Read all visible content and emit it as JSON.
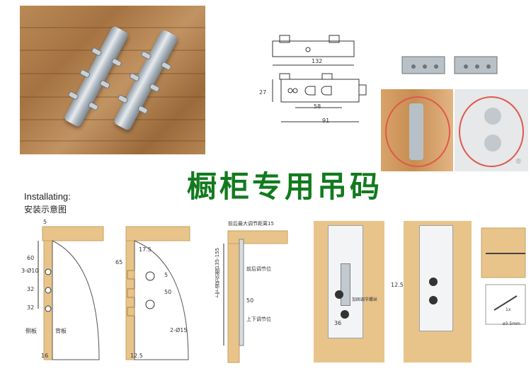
{
  "title": "橱柜专用吊码",
  "install": {
    "en": "Installating:",
    "cn": "安装示意图"
  },
  "top_drawing": {
    "dims": [
      "132",
      "27",
      "58",
      "91"
    ]
  },
  "diagram1": {
    "labels": [
      "5",
      "60",
      "3-Ø10",
      "32",
      "32",
      "侧板",
      "背板",
      "16"
    ]
  },
  "diagram2": {
    "labels": [
      "17.5",
      "65",
      "5",
      "50",
      "2-Ø15",
      "12.5"
    ]
  },
  "diagram3": {
    "labels": [
      "前后最大调节距离15",
      "上下调节范围135-155",
      "前后调节位",
      "50",
      "上下调节位"
    ]
  },
  "diagram4": {
    "labels": [
      "加固调节螺丝",
      "36"
    ]
  },
  "diagram5": {
    "labels": [
      "12.5"
    ]
  },
  "diagram6": {
    "labels": [
      "1x",
      "ø3.5mm"
    ]
  },
  "colors": {
    "title": "#127a1e",
    "wood": "#e8c48a",
    "panel": "#f6e8c4",
    "ring": "#e0584a"
  },
  "icons": {
    "logo": "registered-mark-icon"
  }
}
